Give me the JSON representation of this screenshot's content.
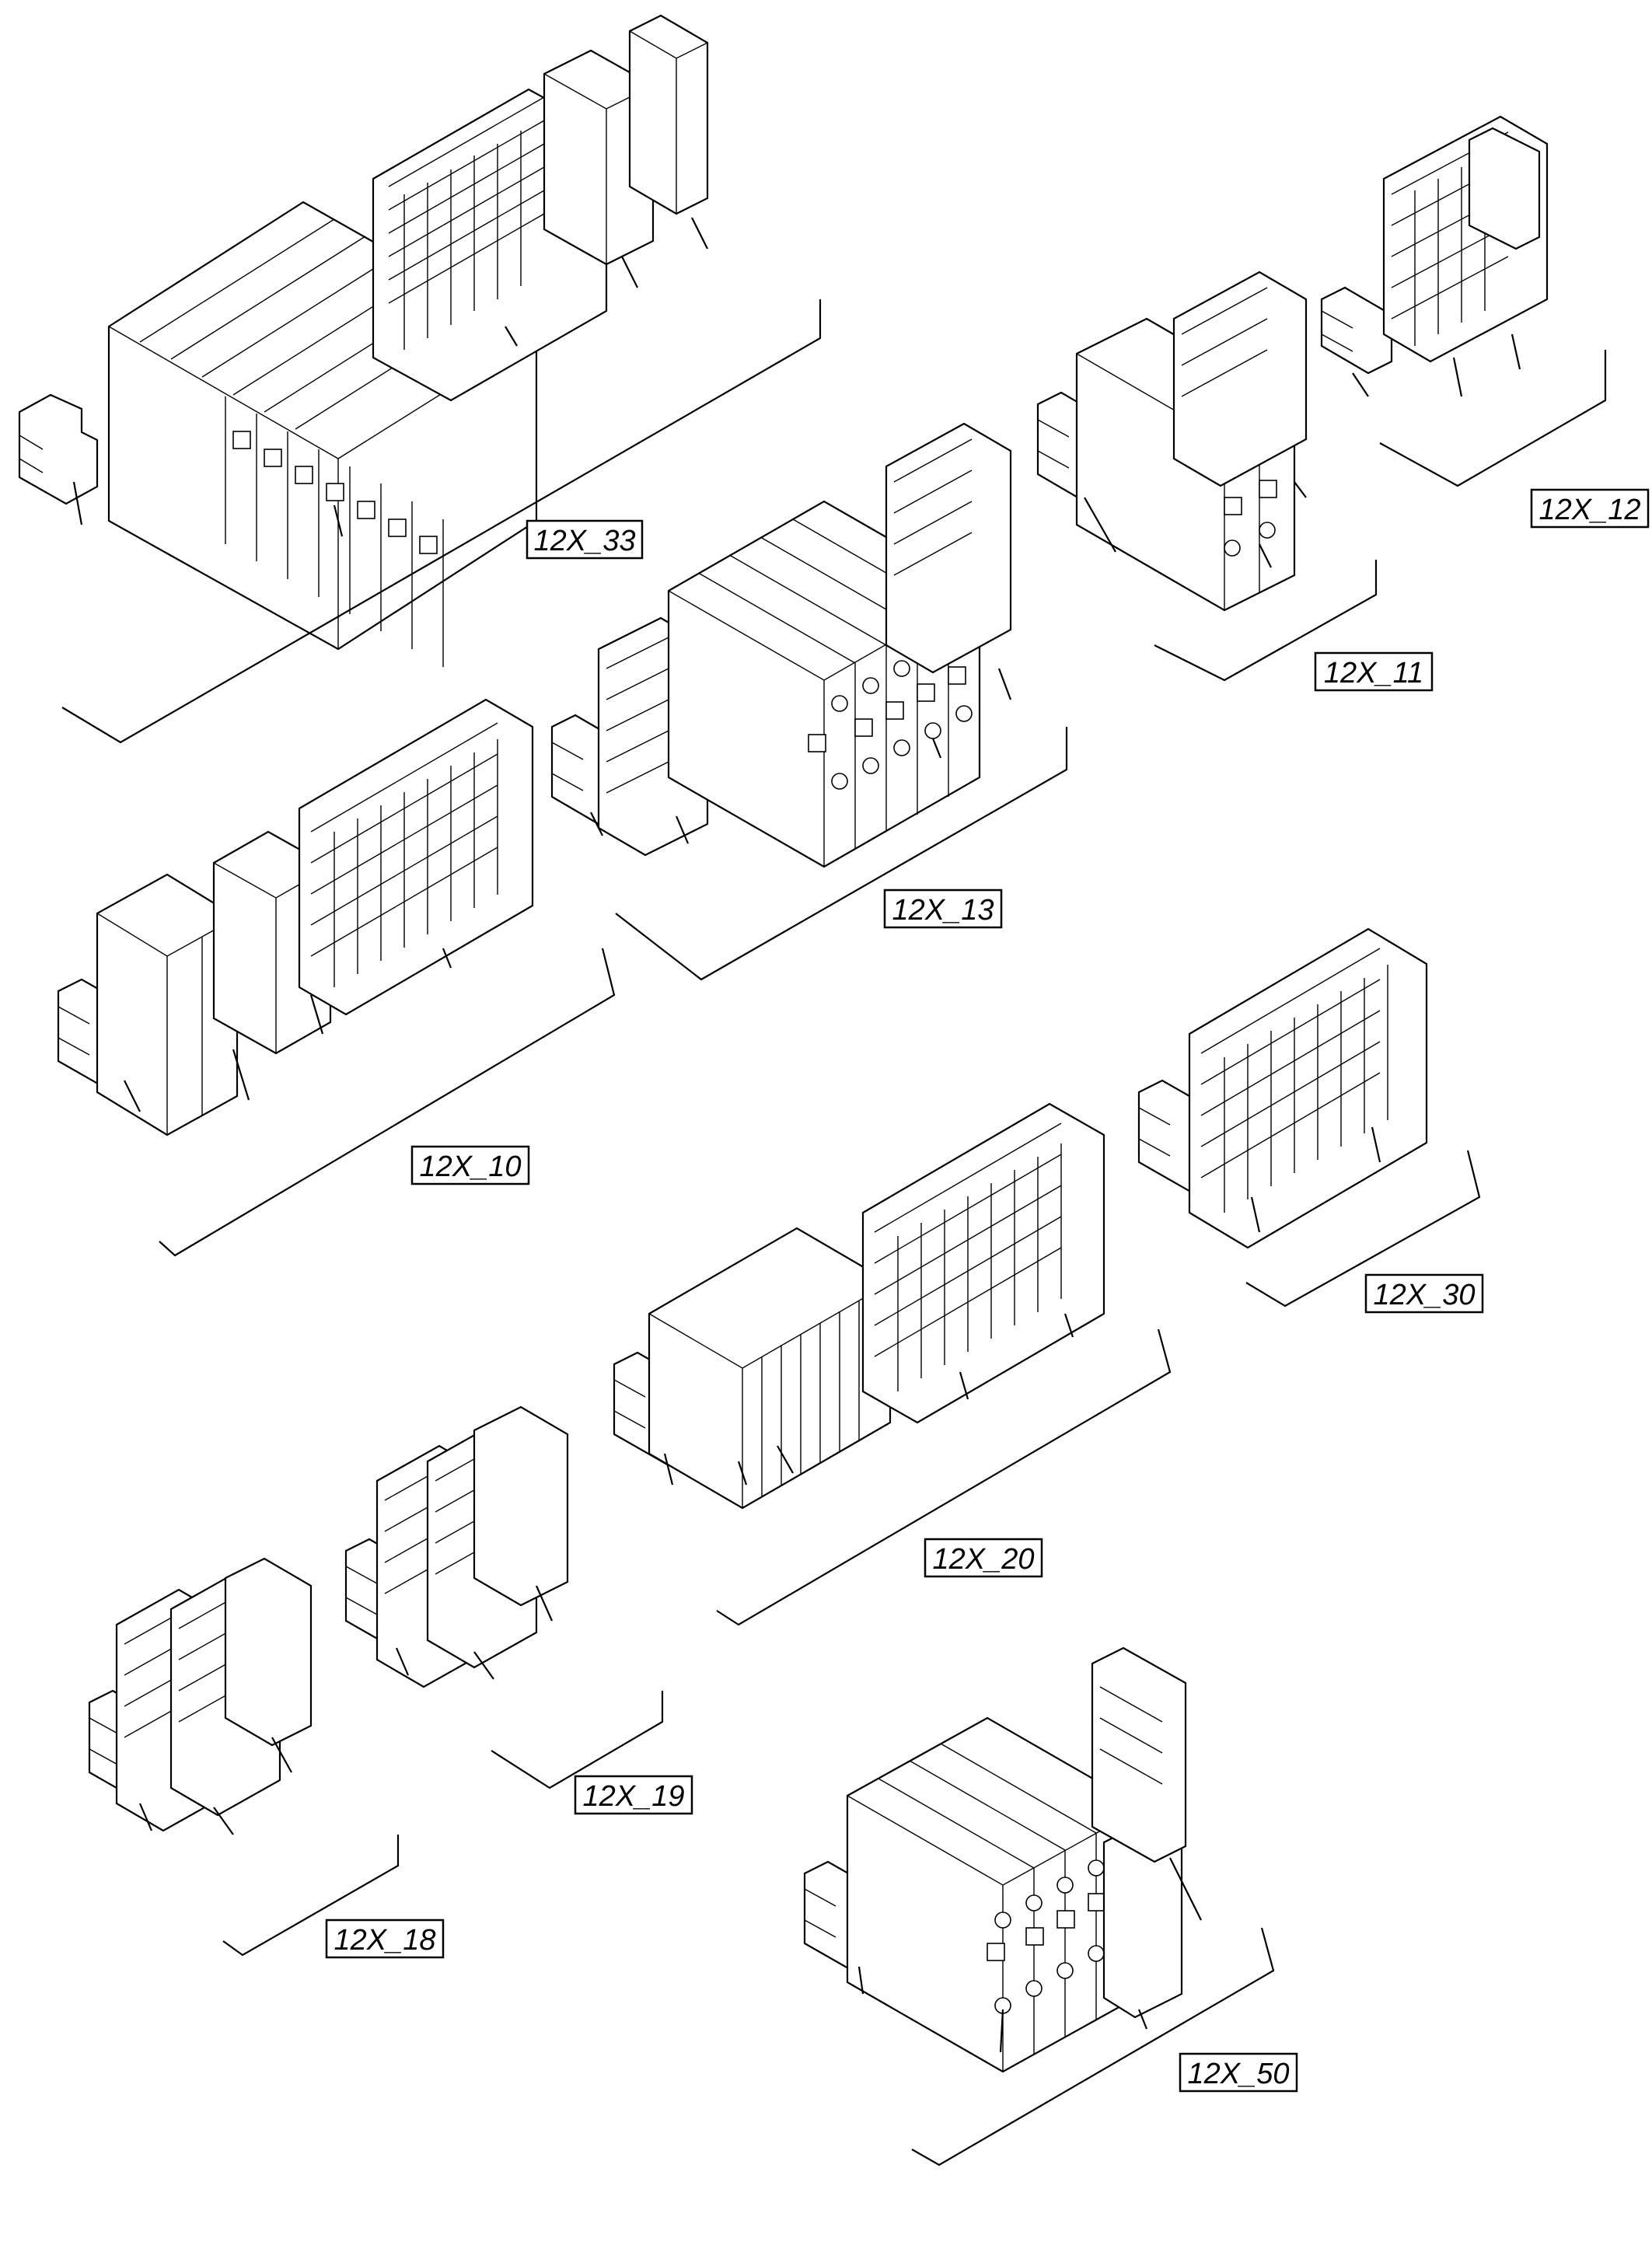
{
  "diagram": {
    "groups": [
      {
        "id": "g33",
        "label": "12X_33"
      },
      {
        "id": "g12",
        "label": "12X_12"
      },
      {
        "id": "g11",
        "label": "12X_11"
      },
      {
        "id": "g13",
        "label": "12X_13"
      },
      {
        "id": "g10",
        "label": "12X_10"
      },
      {
        "id": "g30",
        "label": "12X_30"
      },
      {
        "id": "g20",
        "label": "12X_20"
      },
      {
        "id": "g19",
        "label": "12X_19"
      },
      {
        "id": "g18",
        "label": "12X_18"
      },
      {
        "id": "g50",
        "label": "12X_50"
      }
    ]
  }
}
